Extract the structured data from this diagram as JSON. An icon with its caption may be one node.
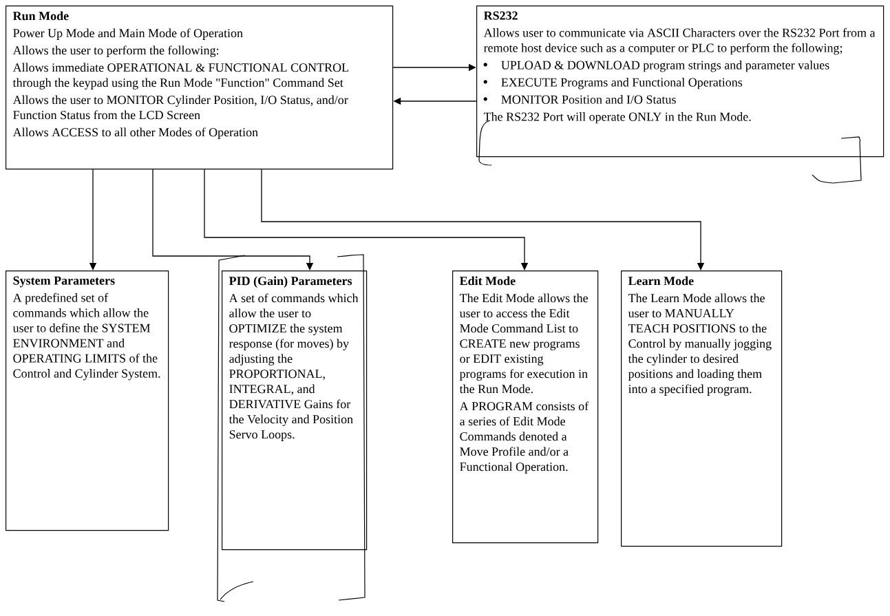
{
  "diagram": {
    "nodes": [
      {
        "text": [
          "Run Mode",
          "Power Up Mode and Main Mode of Operation",
          "Allows the user to perform the following:",
          "Allows immediate OPERATIONAL & FUNCTIONAL CONTROL through the keypad using the Run Mode \"Function\" Command Set",
          "Allows the user to MONITOR Cylinder Position, I/O Status, and/or Function Status from the LCD Screen",
          "Allows ACCESS to all other Modes of Operation"
        ]
      },
      {
        "text": [
          "RS232",
          "Allows user to communicate via ASCII Characters over the RS232 Port from a remote host device such as a computer or PLC to perform the following;",
          "UPLOAD & DOWNLOAD program strings and parameter values",
          "EXECUTE Programs and Functional Operations",
          "MONITOR Position and I/O Status",
          "The RS232 Port will operate ONLY in the Run Mode."
        ]
      },
      {
        "text": [
          "System Parameters",
          "A predefined set of commands which allow the user to define the SYSTEM ENVIRONMENT and OPERATING LIMITS of the Control and Cylinder System."
        ]
      },
      {
        "text": [
          "PID (Gain) Parameters",
          "A set of commands which allow the user to OPTIMIZE the system response (for moves) by adjusting the PROPORTIONAL, INTEGRAL, and DERIVATIVE Gains for the Velocity and Position Servo Loops."
        ]
      },
      {
        "text": [
          "Edit Mode",
          "The Edit Mode allows the user to access the Edit Mode Command List to CREATE new programs or EDIT existing programs for execution in the Run Mode.",
          "A PROGRAM consists of a series of Edit Mode Commands denoted a Move Profile and/or a Functional Operation."
        ]
      },
      {
        "text": [
          "Learn Mode",
          "The Learn Mode allows the user to MANUALLY TEACH POSITIONS to the Control by manually jogging the cylinder to desired positions and loading them into a specified program."
        ]
      }
    ],
    "edges": [
      {
        "from": 0,
        "to": 1,
        "arrow": "to"
      },
      {
        "from": 1,
        "to": 0,
        "arrow": "to"
      },
      {
        "from": 0,
        "to": 2,
        "arrow": "to"
      },
      {
        "from": 0,
        "to": 3,
        "arrow": "to"
      },
      {
        "from": 0,
        "to": 4,
        "arrow": "to"
      },
      {
        "from": 0,
        "to": 5,
        "arrow": "to"
      }
    ]
  }
}
